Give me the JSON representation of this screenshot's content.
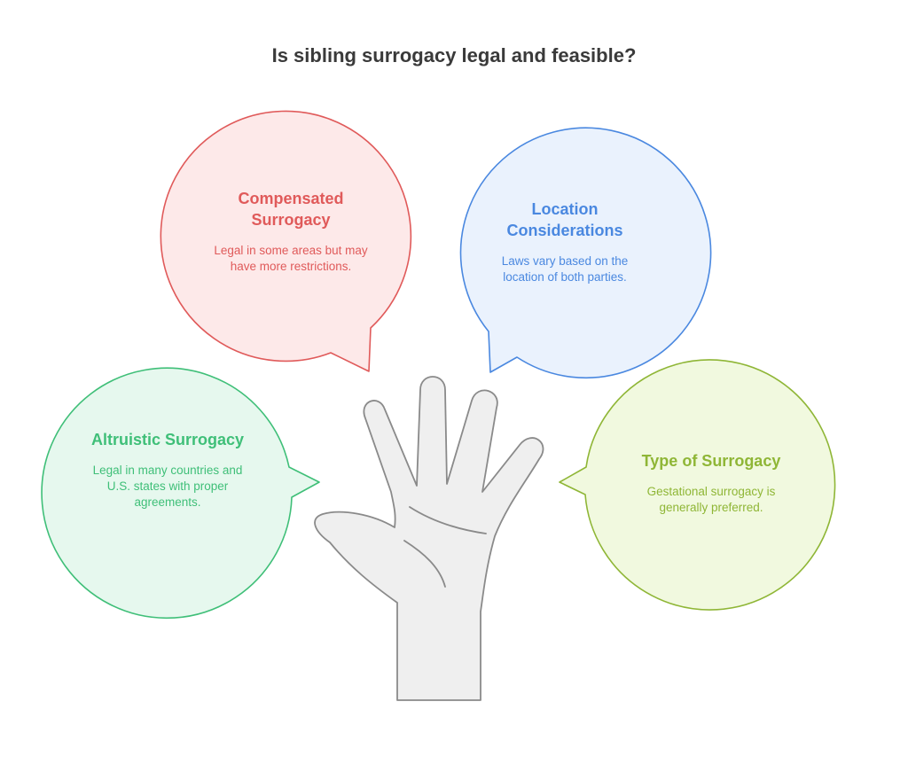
{
  "title": "Is sibling surrogacy legal and feasible?",
  "bubbles": {
    "compensated": {
      "heading": "Compensated Surrogacy",
      "body": "Legal in some areas but may have more restrictions.",
      "color": "#e05a5a",
      "fill": "#fde9e9"
    },
    "location": {
      "heading": "Location Considerations",
      "body": "Laws vary based on the location of both parties.",
      "color": "#4a88e0",
      "fill": "#eaf2fd"
    },
    "altruistic": {
      "heading": "Altruistic Surrogacy",
      "body": "Legal in many countries and U.S. states with proper agreements.",
      "color": "#3fbf78",
      "fill": "#e6f8ee"
    },
    "type": {
      "heading": "Type of Surrogacy",
      "body": "Gestational surrogacy is generally preferred.",
      "color": "#8fb636",
      "fill": "#f1f9df"
    }
  },
  "hand": {
    "icon": "raised-hand-icon",
    "fill": "#efefef",
    "stroke": "#8a8a8a"
  }
}
